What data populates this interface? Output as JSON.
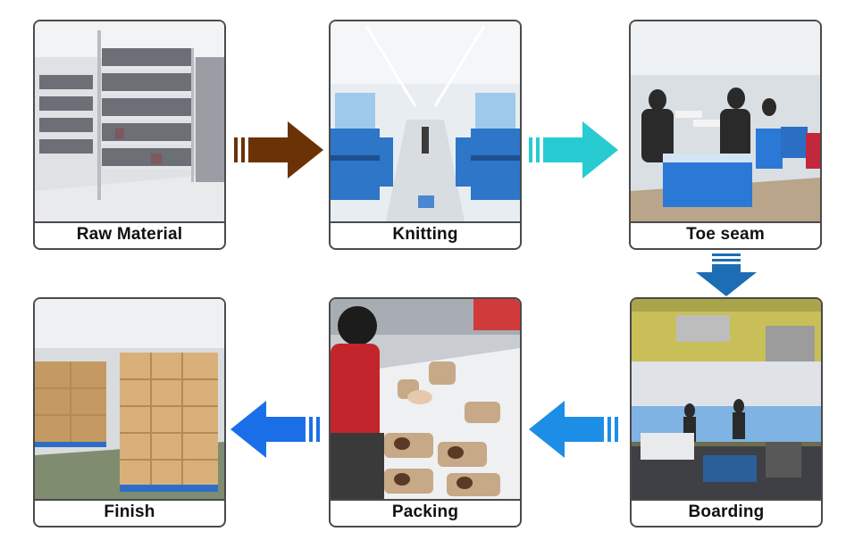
{
  "steps": [
    {
      "label": "Raw Material",
      "photo": "warehouse-shelves-photo"
    },
    {
      "label": "Knitting",
      "photo": "knitting-machines-photo"
    },
    {
      "label": "Toe seam",
      "photo": "toe-seam-workers-photo"
    },
    {
      "label": "Boarding",
      "photo": "boarding-workshop-photo"
    },
    {
      "label": "Packing",
      "photo": "packing-worker-photo"
    },
    {
      "label": "Finish",
      "photo": "finished-cartons-photo"
    }
  ],
  "arrows": [
    {
      "from": "Raw Material",
      "to": "Knitting",
      "direction": "right",
      "color": "#6b3206",
      "icon": "arrow-right-icon"
    },
    {
      "from": "Knitting",
      "to": "Toe seam",
      "direction": "right",
      "color": "#27cbd1",
      "icon": "arrow-right-icon"
    },
    {
      "from": "Toe seam",
      "to": "Boarding",
      "direction": "down",
      "color": "#1c6db3",
      "icon": "arrow-down-icon"
    },
    {
      "from": "Boarding",
      "to": "Packing",
      "direction": "left",
      "color": "#1d8ee6",
      "icon": "arrow-left-icon"
    },
    {
      "from": "Packing",
      "to": "Finish",
      "direction": "left",
      "color": "#1a6fe8",
      "icon": "arrow-left-icon"
    }
  ]
}
